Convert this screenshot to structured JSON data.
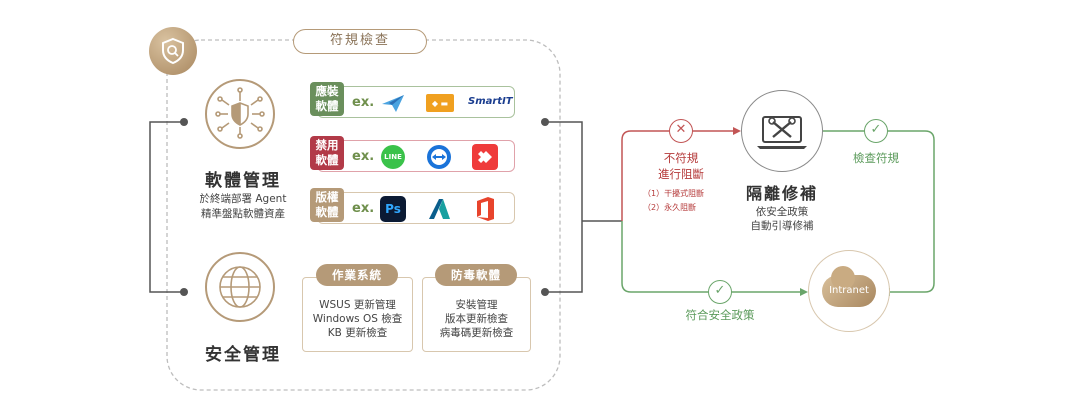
{
  "header": {
    "title": "符規檢查"
  },
  "software": {
    "title": "軟體管理",
    "desc_line1": "於終端部署 Agent",
    "desc_line2": "精準盤點軟體資產",
    "rows": [
      {
        "tag": "應裝軟體",
        "tag_line1": "應裝",
        "tag_line2": "軟體",
        "ex": "ex.",
        "color": "#6a8f5c",
        "border": "#a9c29d",
        "apps": [
          {
            "name": "paper-plane-app-icon",
            "label": ""
          },
          {
            "name": "antivirus-app-icon",
            "label": ""
          },
          {
            "name": "smartit-logo",
            "label": "SmartIT"
          }
        ]
      },
      {
        "tag": "禁用軟體",
        "tag_line1": "禁用",
        "tag_line2": "軟體",
        "ex": "ex.",
        "color": "#b23a48",
        "border": "#e0a2aa",
        "apps": [
          {
            "name": "line-app-icon",
            "label": "LINE"
          },
          {
            "name": "teamviewer-app-icon",
            "label": ""
          },
          {
            "name": "anydesk-app-icon",
            "label": ""
          }
        ]
      },
      {
        "tag": "版權軟體",
        "tag_line1": "版權",
        "tag_line2": "軟體",
        "ex": "ex.",
        "color": "#b59a78",
        "border": "#d8c7ae",
        "apps": [
          {
            "name": "photoshop-app-icon",
            "label": "Ps"
          },
          {
            "name": "autodesk-app-icon",
            "label": ""
          },
          {
            "name": "office-app-icon",
            "label": ""
          }
        ]
      }
    ]
  },
  "security": {
    "title": "安全管理",
    "os": {
      "title": "作業系統",
      "lines": [
        "WSUS 更新管理",
        "Windows OS 檢查",
        "KB 更新檢查"
      ]
    },
    "av": {
      "title": "防毒軟體",
      "lines": [
        "安裝管理",
        "版本更新檢查",
        "病毒碼更新檢查"
      ]
    }
  },
  "flow": {
    "noncompliant_line1": "不符規",
    "noncompliant_line2": "進行阻斷",
    "block1": "（1）干擾式阻斷",
    "block2": "（2）永久阻斷",
    "isolate_title": "隔離修補",
    "isolate_line1": "依安全政策",
    "isolate_line2": "自動引導修補",
    "check_ok": "檢查符規",
    "comply": "符合安全政策",
    "intranet": "Intranet"
  },
  "colors": {
    "gold": "#b59a78",
    "red": "#b53a3a",
    "green": "#5a9a5a"
  }
}
